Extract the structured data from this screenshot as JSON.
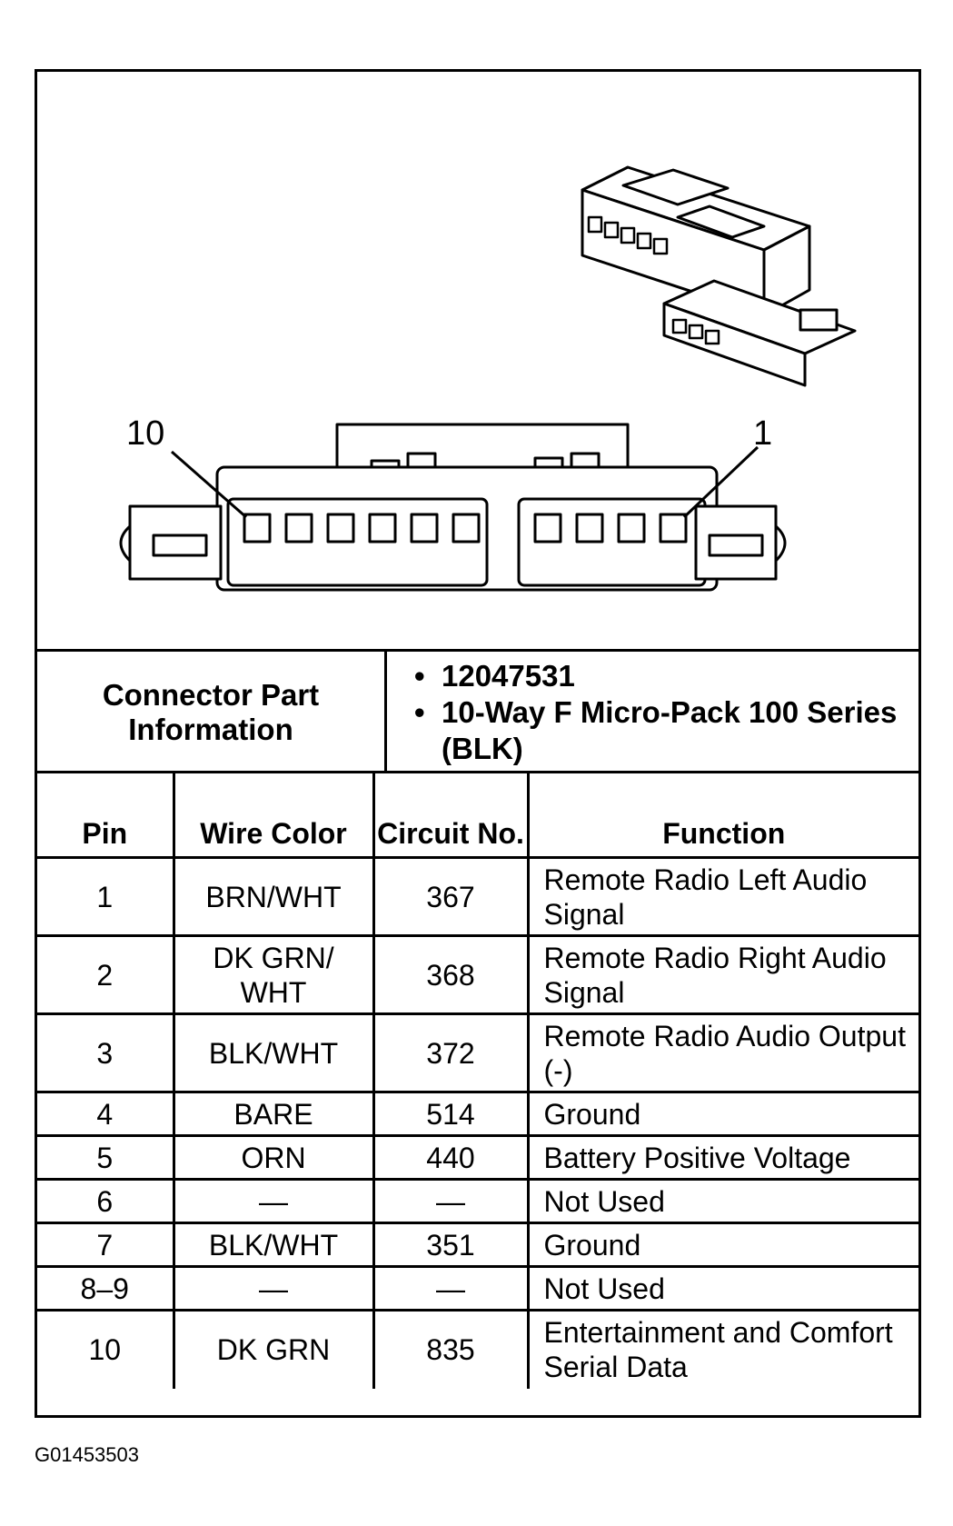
{
  "diagram": {
    "pin_label_left": "10",
    "pin_label_right": "1"
  },
  "connector_info": {
    "label": "Connector Part Information",
    "values": [
      "12047531",
      "10-Way F Micro-Pack 100 Series (BLK)"
    ]
  },
  "table": {
    "headers": {
      "pin": "Pin",
      "wire_color": "Wire Color",
      "circuit": "Circuit No.",
      "function": "Function"
    },
    "rows": [
      {
        "pin": "1",
        "wire": "BRN/WHT",
        "circuit": "367",
        "function": "Remote Radio Left Audio Signal"
      },
      {
        "pin": "2",
        "wire": "DK GRN/ WHT",
        "circuit": "368",
        "function": "Remote Radio Right Audio Signal"
      },
      {
        "pin": "3",
        "wire": "BLK/WHT",
        "circuit": "372",
        "function": "Remote Radio Audio Output (-)"
      },
      {
        "pin": "4",
        "wire": "BARE",
        "circuit": "514",
        "function": "Ground"
      },
      {
        "pin": "5",
        "wire": "ORN",
        "circuit": "440",
        "function": "Battery Positive Voltage"
      },
      {
        "pin": "6",
        "wire": "—",
        "circuit": "—",
        "function": "Not Used"
      },
      {
        "pin": "7",
        "wire": "BLK/WHT",
        "circuit": "351",
        "function": "Ground"
      },
      {
        "pin": "8–9",
        "wire": "—",
        "circuit": "—",
        "function": "Not Used"
      },
      {
        "pin": "10",
        "wire": "DK GRN",
        "circuit": "835",
        "function": "Entertainment and Comfort Serial Data"
      }
    ]
  },
  "figure_code": "G01453503"
}
